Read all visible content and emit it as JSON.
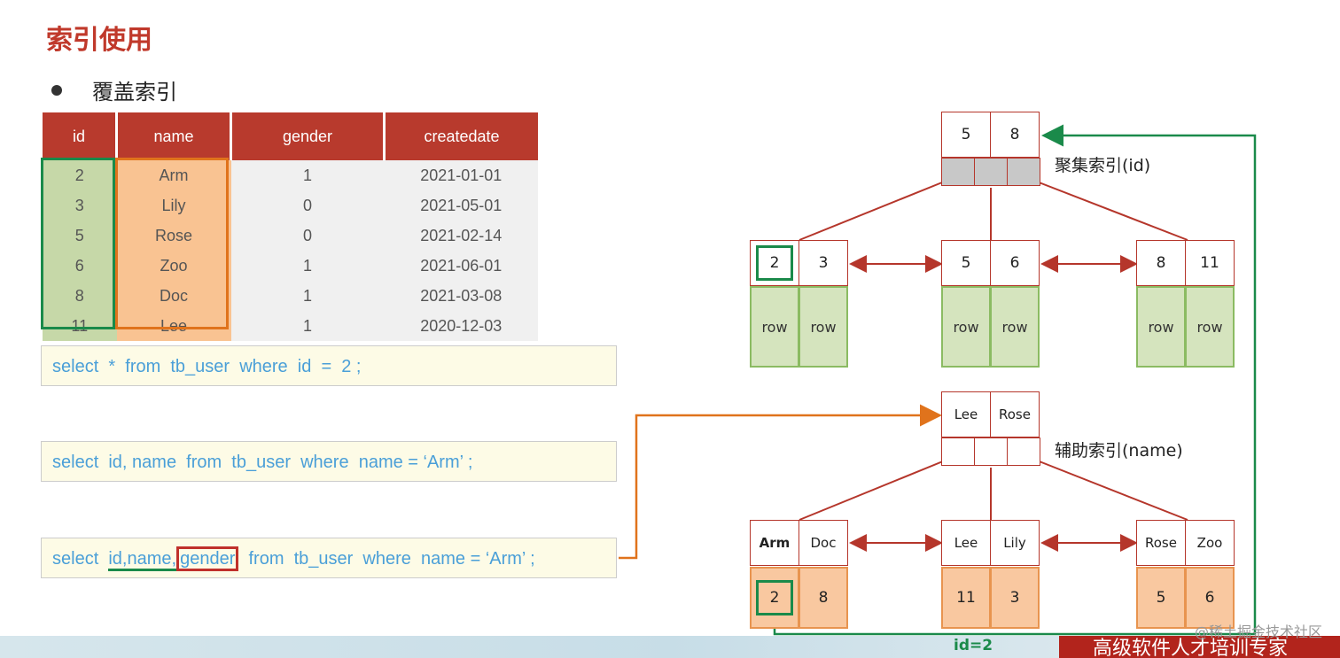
{
  "title": "索引使用",
  "bullet": "覆盖索引",
  "table": {
    "headers": [
      "id",
      "name",
      "gender",
      "createdate"
    ],
    "rows": [
      [
        "2",
        "Arm",
        "1",
        "2021-01-01"
      ],
      [
        "3",
        "Lily",
        "0",
        "2021-05-01"
      ],
      [
        "5",
        "Rose",
        "0",
        "2021-02-14"
      ],
      [
        "6",
        "Zoo",
        "1",
        "2021-06-01"
      ],
      [
        "8",
        "Doc",
        "1",
        "2021-03-08"
      ],
      [
        "11",
        "Lee",
        "1",
        "2020-12-03"
      ]
    ]
  },
  "queries": [
    "select  *  from  tb_user  where  id  =  2 ;",
    "select  id, name  from  tb_user  where  name = ‘Arm’ ;",
    "select  id,name,gender  from  tb_user  where  name = ‘Arm’ ;"
  ],
  "q3parts": {
    "prefix": "select  ",
    "idname": "id,name,",
    "gender": "gender",
    "suffix": "  from  tb_user  where  name = ‘Arm’ ;"
  },
  "clustered": {
    "label": "聚集索引(id)",
    "root": [
      "5",
      "8"
    ],
    "leaves": [
      {
        "keys": [
          "2",
          "3"
        ],
        "data": [
          "row",
          "row"
        ]
      },
      {
        "keys": [
          "5",
          "6"
        ],
        "data": [
          "row",
          "row"
        ]
      },
      {
        "keys": [
          "8",
          "11"
        ],
        "data": [
          "row",
          "row"
        ]
      }
    ]
  },
  "secondary": {
    "label": "辅助索引(name)",
    "root": [
      "Lee",
      "Rose"
    ],
    "leaves": [
      {
        "keys": [
          "Arm",
          "Doc"
        ],
        "data": [
          "2",
          "8"
        ]
      },
      {
        "keys": [
          "Lee",
          "Lily"
        ],
        "data": [
          "11",
          "3"
        ]
      },
      {
        "keys": [
          "Rose",
          "Zoo"
        ],
        "data": [
          "5",
          "6"
        ]
      }
    ]
  },
  "lookup_label": "id=2",
  "watermark": "@稀土掘金技术社区",
  "banner": "高级软件人才培训专家",
  "colors": {
    "red": "#b83a2d",
    "green": "#1a8a4a",
    "orange": "#e0731c"
  }
}
